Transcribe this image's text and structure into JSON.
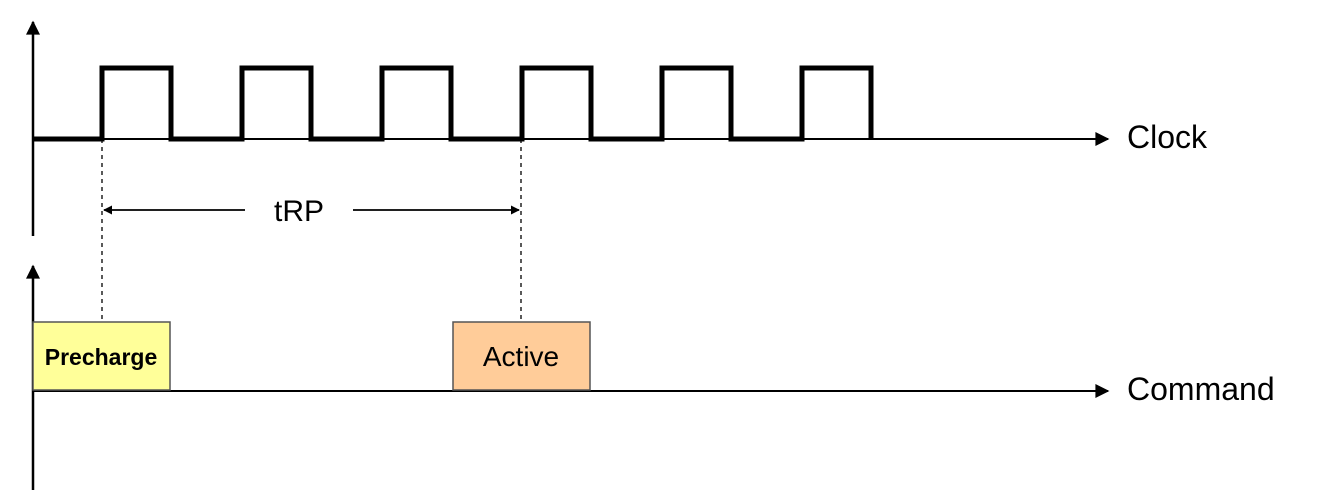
{
  "clock": {
    "label": "Clock",
    "pulse_count": 6
  },
  "timing": {
    "label": "tRP"
  },
  "command": {
    "label": "Command",
    "blocks": [
      {
        "label": "Precharge",
        "color": "#ffff99"
      },
      {
        "label": "Active",
        "color": "#ffcc99"
      }
    ]
  },
  "colors": {
    "line": "#000000",
    "box_border": "#555555"
  }
}
